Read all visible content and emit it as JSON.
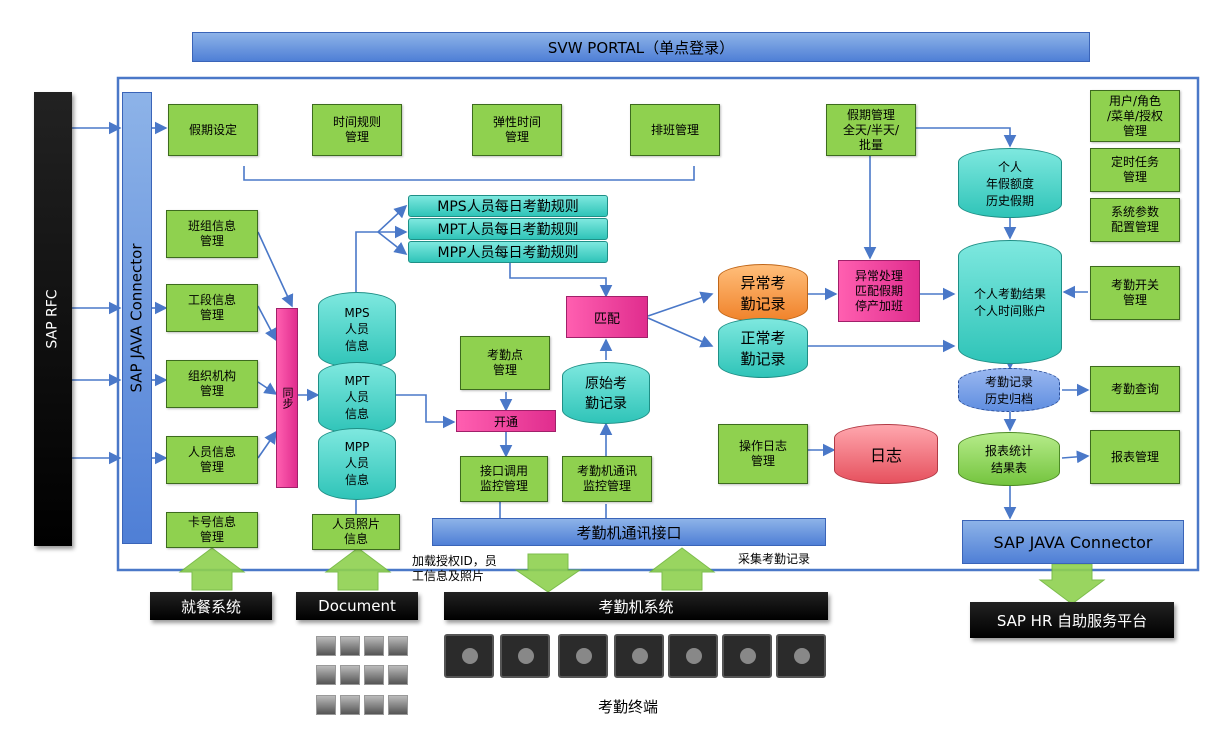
{
  "portal": {
    "title": "SVW PORTAL（单点登录）"
  },
  "sap_rfc": "SAP RFC",
  "sap_connector_left": "SAP JAVA Connector",
  "sap_connector_right": "SAP JAVA Connector",
  "top_modules": [
    "假期设定",
    "时间规则\n管理",
    "弹性时间\n管理",
    "排班管理"
  ],
  "holiday_mgmt": "假期管理\n全天/半天/\n批量",
  "left_modules": [
    "班组信息\n管理",
    "工段信息\n管理",
    "组织机构\n管理",
    "人员信息\n管理",
    "卡号信息\n管理"
  ],
  "sync_label": "同步",
  "cyl_mps": "MPS\n人员\n信息",
  "cyl_mpt": "MPT\n人员\n信息",
  "cyl_mpp": "MPP\n人员\n信息",
  "photo_info": "人员照片\n信息",
  "rules": [
    "MPS人员每日考勤规则",
    "MPT人员每日考勤规则",
    "MPP人员每日考勤规则"
  ],
  "match": "匹配",
  "raw_record": "原始考\n勤记录",
  "attendance_point": "考勤点\n管理",
  "open": "开通",
  "interface_monitor": "接口调用\n监控管理",
  "terminal_monitor": "考勤机通讯\n监控管理",
  "terminal_interface": "考勤机通讯接口",
  "collect_label": "采集考勤记录",
  "auth_label": "加载授权ID，员\n工信息及照片",
  "abnormal_record": "异常考\n勤记录",
  "normal_record": "正常考\n勤记录",
  "abnormal_handle": "异常处理\n匹配假期\n停产加班",
  "annual_leave": "个人\n年假额度\n历史假期",
  "result_account": "个人考勤结果\n个人时间账户",
  "archive": "考勤记录\n历史归档",
  "report_stat": "报表统计\n结果表",
  "op_log_mgmt": "操作日志\n管理",
  "log": "日志",
  "right_modules": [
    "用户/角色\n/菜单/授权\n管理",
    "定时任务\n管理",
    "系统参数\n配置管理",
    "考勤开关\n管理",
    "考勤查询",
    "报表管理"
  ],
  "bottom_systems": [
    "就餐系统",
    "Document",
    "考勤机系统",
    "SAP HR 自助服务平台"
  ],
  "terminal_caption": "考勤终端",
  "colors": {
    "green": "#8fd14f",
    "teal": "#2fc4b8",
    "orange": "#f59a45",
    "magenta": "#e02d8e",
    "blue": "#4f7fd6",
    "red": "#e86a76"
  }
}
